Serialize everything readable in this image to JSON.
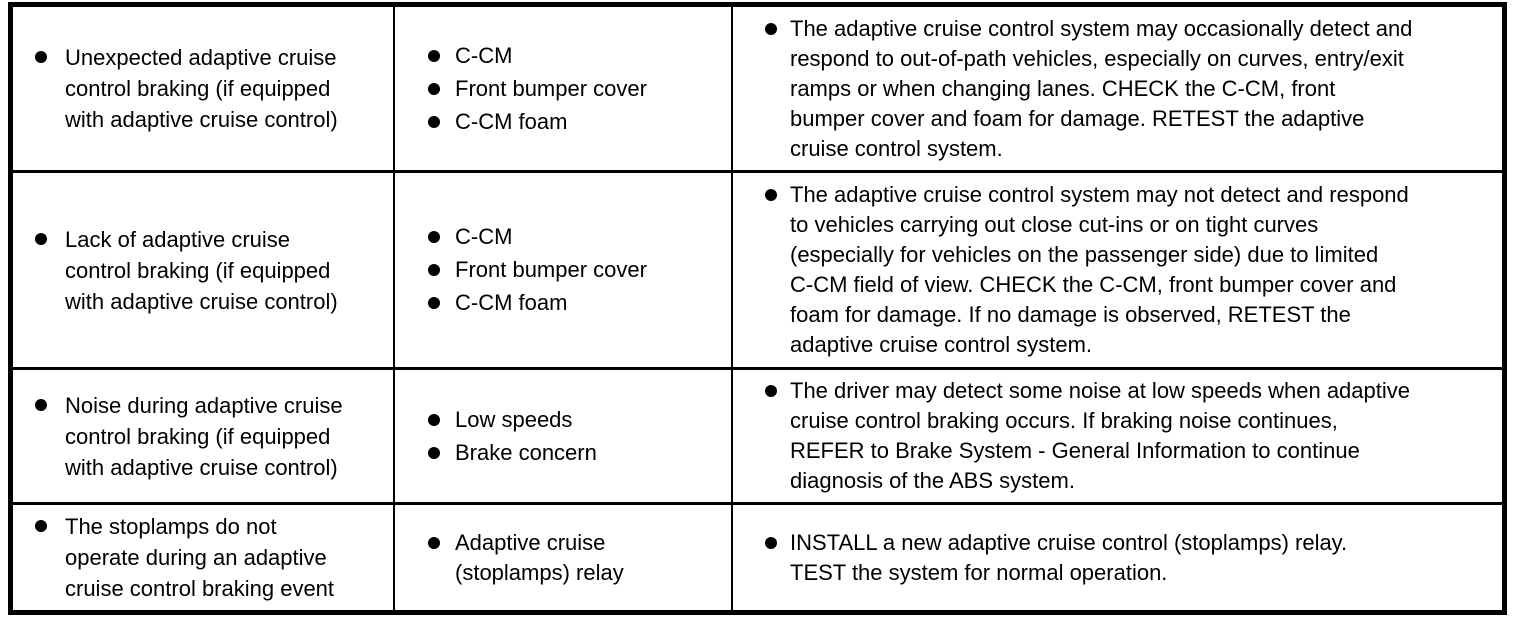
{
  "colors": {
    "background": "#ffffff",
    "border": "#000000",
    "text": "#000000"
  },
  "table": {
    "columns": [
      "symptom",
      "possible_sources",
      "action"
    ],
    "rows": [
      {
        "symptoms": [
          "Unexpected adaptive cruise\ncontrol braking (if equipped\nwith adaptive cruise control)"
        ],
        "sources": [
          "C-CM",
          "Front bumper cover",
          "C-CM foam"
        ],
        "actions": [
          "The adaptive cruise control system may occasionally detect and\nrespond to out-of-path vehicles, especially on curves, entry/exit\nramps or when changing lanes. CHECK the C-CM, front\nbumper cover and foam for damage. RETEST the adaptive\ncruise control system."
        ]
      },
      {
        "symptoms": [
          "Lack of adaptive cruise\ncontrol braking (if equipped\nwith adaptive cruise control)"
        ],
        "sources": [
          "C-CM",
          "Front bumper cover",
          "C-CM foam"
        ],
        "actions": [
          "The adaptive cruise control system may not detect and respond\nto vehicles carrying out close cut-ins or on tight curves\n(especially for vehicles on the passenger side) due to limited\nC-CM field of view. CHECK the C-CM, front bumper cover and\nfoam for damage. If no damage is observed, RETEST the\nadaptive cruise control system."
        ]
      },
      {
        "symptoms": [
          "Noise during adaptive cruise\ncontrol braking (if equipped\nwith adaptive cruise control)"
        ],
        "sources": [
          "Low speeds",
          "Brake concern"
        ],
        "actions": [
          "The driver may detect some noise at low speeds when adaptive\ncruise control braking occurs. If braking noise continues,\nREFER to Brake System - General Information to continue\ndiagnosis of the ABS system."
        ]
      },
      {
        "symptoms": [
          "The stoplamps do not\noperate during an adaptive\ncruise control braking event"
        ],
        "sources": [
          "Adaptive cruise\n(stoplamps) relay"
        ],
        "actions": [
          "INSTALL a new adaptive cruise control (stoplamps) relay.\nTEST the system for normal operation."
        ]
      }
    ]
  }
}
